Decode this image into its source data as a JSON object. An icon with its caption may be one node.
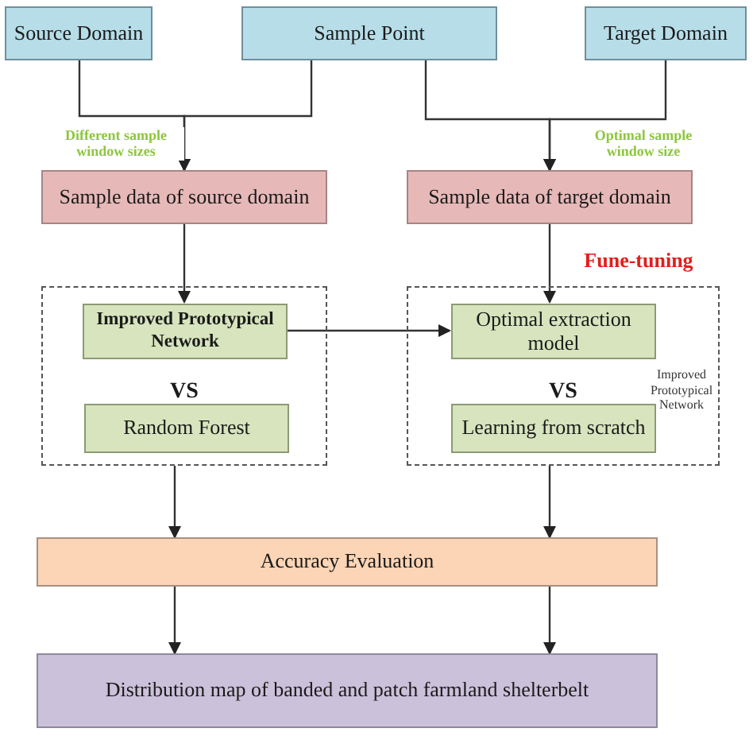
{
  "diagram": {
    "nodes": [
      {
        "text": [
          "Source Domain"
        ]
      },
      {
        "text": [
          "Sample Point"
        ]
      },
      {
        "text": [
          "Target Domain"
        ]
      },
      {
        "text": [
          "Sample data of source domain"
        ]
      },
      {
        "text": [
          "Sample data of target domain"
        ]
      },
      {
        "text": [
          "VS"
        ]
      },
      {
        "text": [
          "Improved Prototypical Network"
        ],
        "in": 5
      },
      {
        "text": [
          "Random Forest"
        ],
        "in": 5
      },
      {
        "text": [
          "VS",
          "Improved Prototypical Network"
        ]
      },
      {
        "text": [
          "Optimal extraction model"
        ],
        "in": 8
      },
      {
        "text": [
          "Learning from scratch"
        ],
        "in": 8
      },
      {
        "text": [
          "Accuracy Evaluation"
        ]
      },
      {
        "text": [
          "Distribution map of banded and patch farmland shelterbelt"
        ]
      }
    ],
    "edges": [
      {
        "from": 0,
        "to": 3,
        "arrow": "to",
        "label": "Different sample window sizes"
      },
      {
        "from": 1,
        "to": 3,
        "arrow": "to"
      },
      {
        "from": 1,
        "to": 4,
        "arrow": "to"
      },
      {
        "from": 2,
        "to": 4,
        "arrow": "to",
        "label": "Optimal sample window size"
      },
      {
        "from": 3,
        "to": 6,
        "arrow": "to"
      },
      {
        "from": 4,
        "to": 9,
        "arrow": "to",
        "label": "Fune-tuning"
      },
      {
        "from": 6,
        "to": 9,
        "arrow": "to"
      },
      {
        "from": 5,
        "to": 11,
        "arrow": "to"
      },
      {
        "from": 8,
        "to": 11,
        "arrow": "to"
      },
      {
        "from": 11,
        "to": 12,
        "arrow": "to"
      },
      {
        "from": 11,
        "to": 12,
        "arrow": "to"
      }
    ]
  }
}
